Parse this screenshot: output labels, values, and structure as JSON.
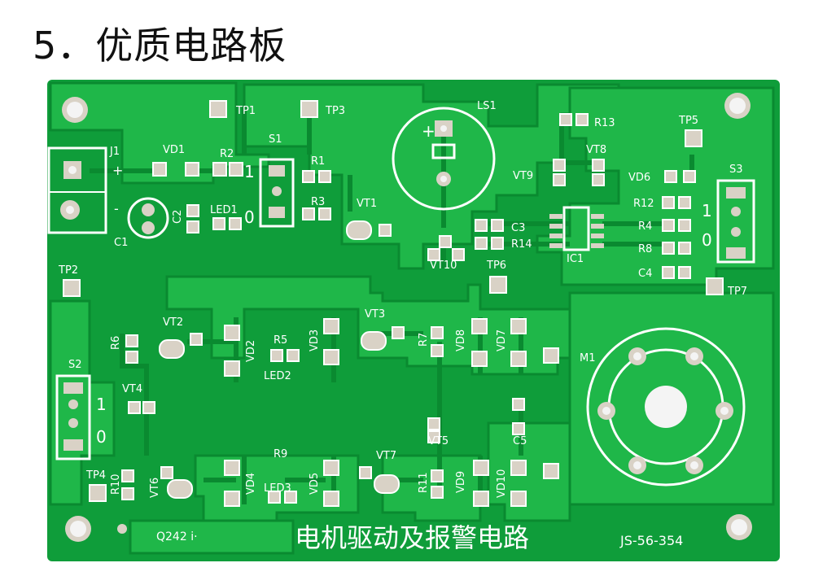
{
  "heading": "5．优质电路板",
  "colors": {
    "board": "#0f9d3a",
    "copper": "#20c24e",
    "silk": "#ffffff",
    "pad": "#d9d2c6",
    "hole": "#f4f4f4"
  },
  "board": {
    "title": "电机驱动及报警电路",
    "code": "JS-56-354",
    "batch": "Q242 i·",
    "labels": {
      "J1": "J1",
      "VD1": "VD1",
      "R2": "R2",
      "S1": "S1",
      "TP1": "TP1",
      "TP3": "TP3",
      "R1": "R1",
      "R3": "R3",
      "LED1": "LED1",
      "C1": "C1",
      "C2": "C2",
      "VT1": "VT1",
      "LS1": "LS1",
      "VT10": "VT10",
      "TP6": "TP6",
      "C3": "C3",
      "R14": "R14",
      "IC1": "IC1",
      "R13": "R13",
      "VT8": "VT8",
      "VT9": "VT9",
      "VD6": "VD6",
      "TP5": "TP5",
      "S3": "S3",
      "R12": "R12",
      "R4": "R4",
      "R8": "R8",
      "C4": "C4",
      "TP7": "TP7",
      "TP2": "TP2",
      "VT2": "VT2",
      "R6": "R6",
      "VD2": "VD2",
      "R5": "R5",
      "LED2": "LED2",
      "VD3": "VD3",
      "VT3": "VT3",
      "R7": "R7",
      "VD8": "VD8",
      "VD7": "VD7",
      "M1": "M1",
      "S2": "S2",
      "VT4": "VT4",
      "VT5": "VT5",
      "C5": "C5",
      "TP4": "TP4",
      "R10": "R10",
      "VT6": "VT6",
      "VD4": "VD4",
      "R9": "R9",
      "LED3": "LED3",
      "VD5": "VD5",
      "VT7": "VT7",
      "R11": "R11",
      "VD9": "VD9",
      "VD10": "VD10"
    },
    "marks": {
      "plus_j1": "+",
      "minus_j1": "-",
      "plus_ls1": "+",
      "s1_one": "1",
      "s1_zero": "0",
      "s2_one": "1",
      "s2_zero": "0",
      "s3_one": "1",
      "s3_zero": "0"
    }
  }
}
